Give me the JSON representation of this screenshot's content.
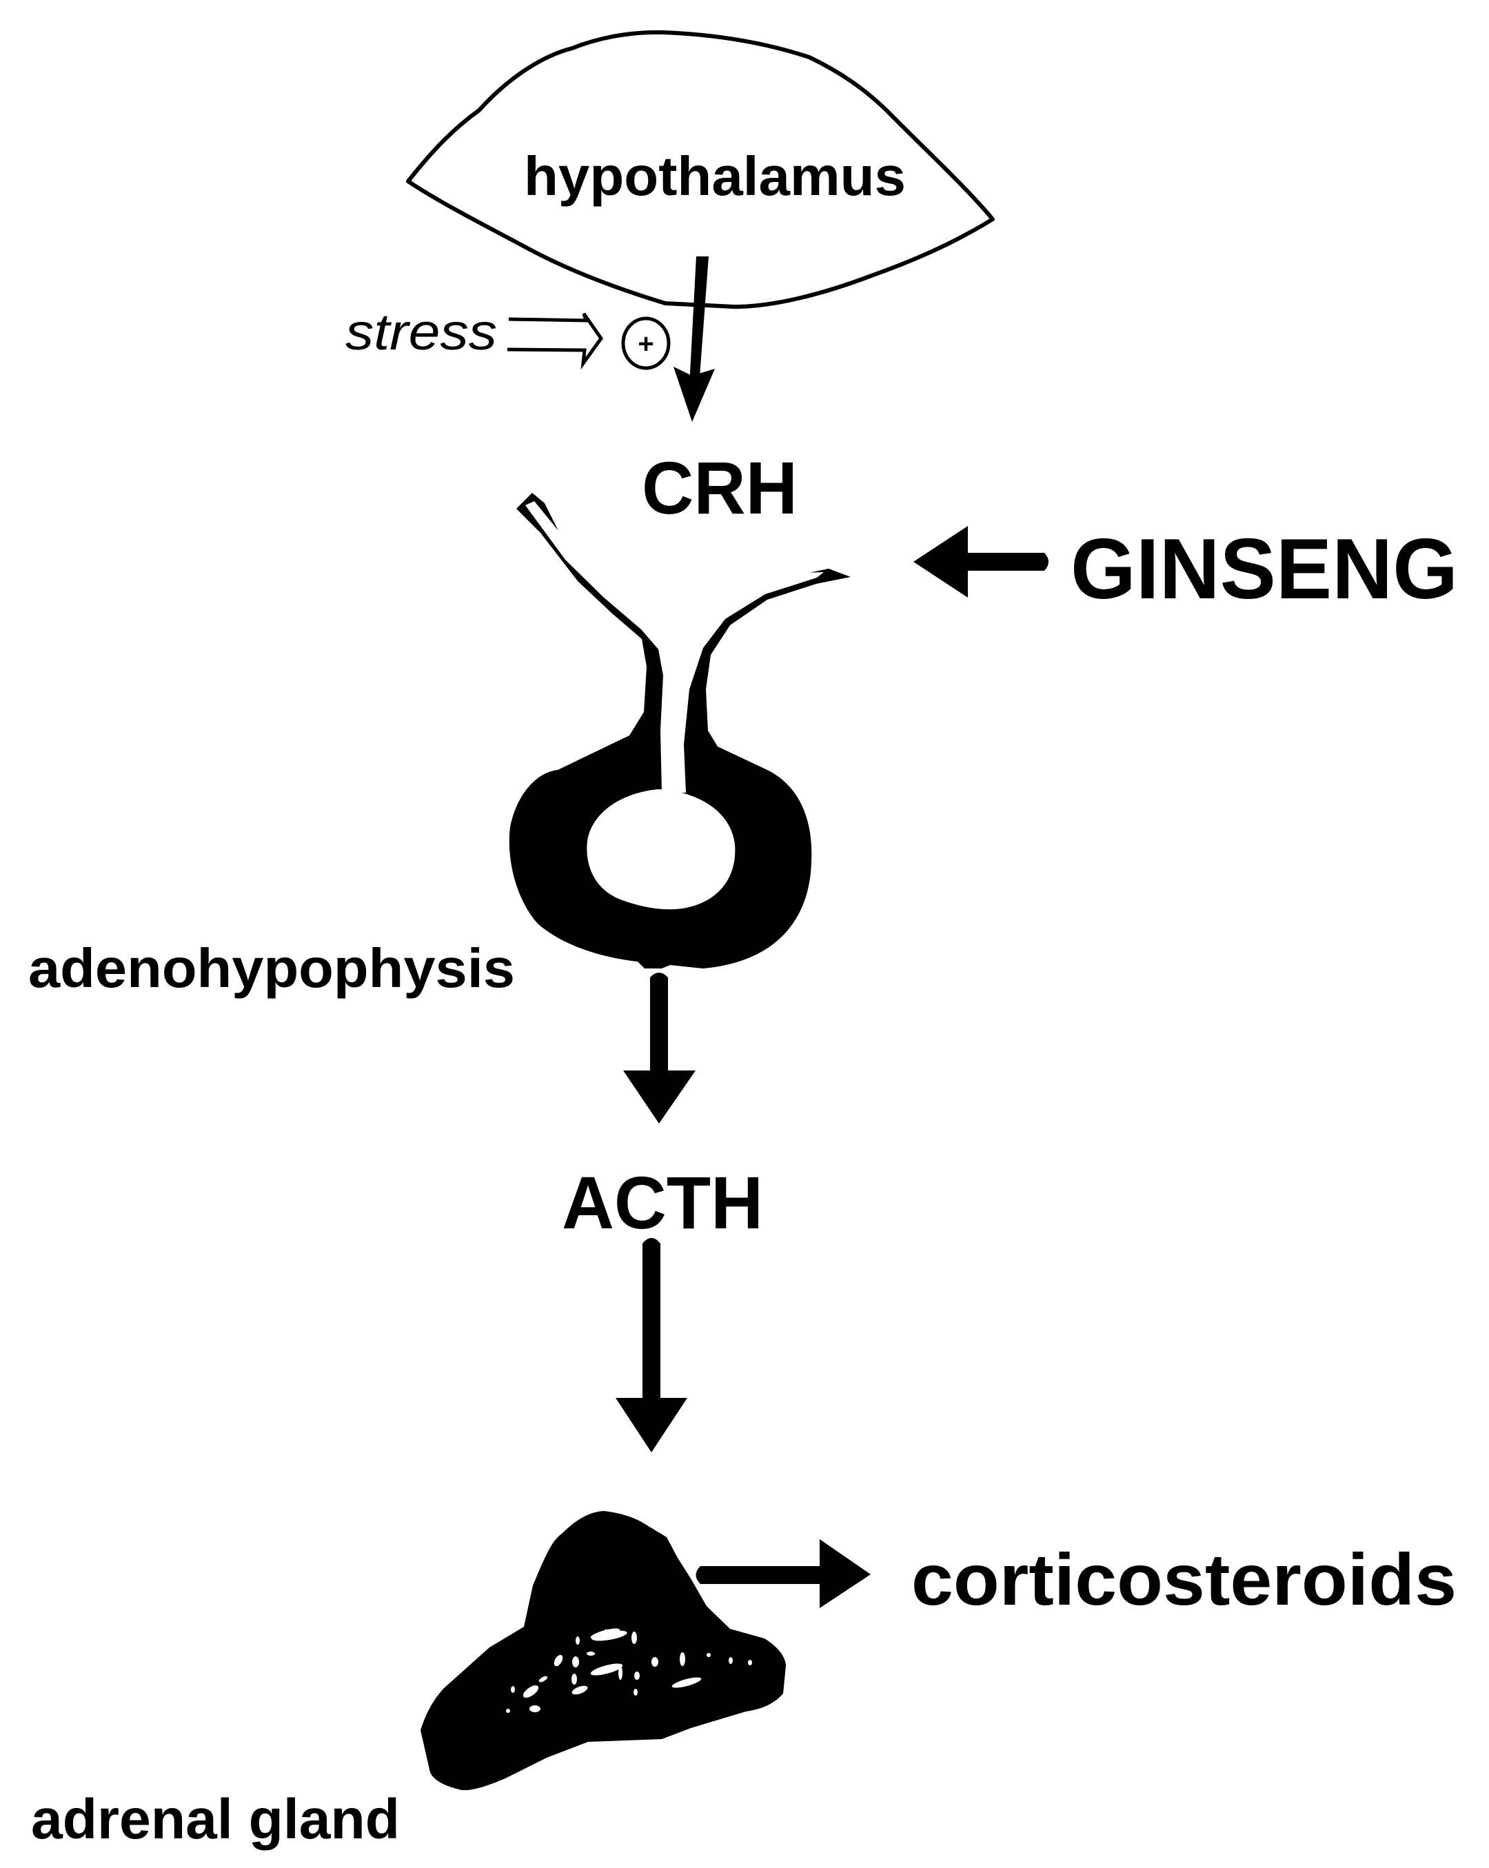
{
  "diagram": {
    "title": "Hypothalamic-pituitary-adrenal axis with ginseng action",
    "nodes": {
      "hypothalamus": "hypothalamus",
      "stress": "stress",
      "stimulation_symbol": "+",
      "crh": "CRH",
      "ginseng": "GINSENG",
      "adenohypophysis": "adenohypophysis",
      "acth": "ACTH",
      "corticosteroids": "corticosteroids",
      "adrenal_gland": "adrenal gland"
    },
    "edges": [
      {
        "from": "stress",
        "to": "hypothalamus",
        "style": "hollow-double-arrow",
        "effect": "stimulation (+)"
      },
      {
        "from": "hypothalamus",
        "to": "CRH",
        "style": "solid-arrow"
      },
      {
        "from": "GINSENG",
        "to": "adenohypophysis",
        "style": "solid-arrow"
      },
      {
        "from": "adenohypophysis",
        "to": "ACTH",
        "style": "solid-arrow"
      },
      {
        "from": "ACTH",
        "to": "adrenal gland",
        "style": "solid-arrow"
      },
      {
        "from": "adrenal gland",
        "to": "corticosteroids",
        "style": "solid-arrow"
      }
    ],
    "colors": {
      "ink": "#000000",
      "background": "#ffffff"
    }
  }
}
